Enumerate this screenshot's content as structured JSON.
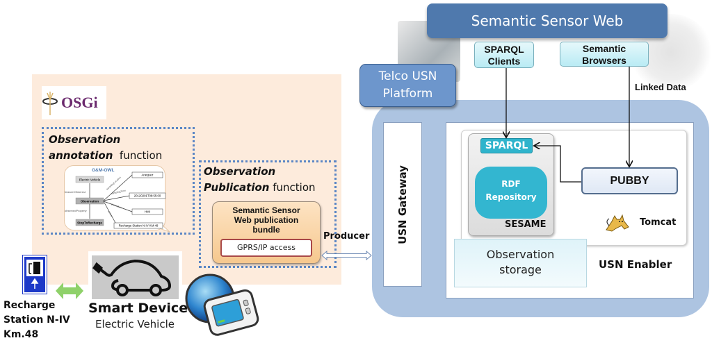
{
  "diagram": {
    "header": {
      "title": "Semantic Sensor Web"
    },
    "clients": [
      {
        "label_line1": "SPARQL",
        "label_line2": "Clients"
      },
      {
        "label_line1": "Semantic",
        "label_line2": "Browsers"
      }
    ],
    "linked_data_label": "Linked Data",
    "telco_platform": {
      "line1": "Telco USN",
      "line2": "Platform"
    },
    "usn_gateway_label": "USN Gateway",
    "usn_enabler_label": "USN Enabler",
    "sesame": {
      "sparql_label": "SPARQL",
      "rdf_line1": "RDF",
      "rdf_line2": "Repository",
      "label": "SESAME"
    },
    "pubby_label": "PUBBY",
    "tomcat_label": "Tomcat",
    "observation_storage": {
      "line1": "Observation",
      "line2": "storage"
    },
    "osgi": {
      "logo_text": "OSGi",
      "annotation": {
        "line1_italic": "Observation",
        "line2_italic": "annotation",
        "line2_plain": "function"
      },
      "publication": {
        "line1_italic": "Observation",
        "line2_italic": "Publication",
        "line2_plain": "function"
      },
      "bundle": {
        "line1": "Semantic Sensor",
        "line2": "Web publication",
        "line3": "bundle"
      },
      "gprs_label": "GPRS/IP access"
    },
    "ontology": {
      "title": "O&M-OWL",
      "nodes": {
        "observation": "Observation",
        "feature": "Electric Vehicle",
        "property": "StopToRecharge",
        "location": "Aranjuez",
        "time": "20120201T08:55:00",
        "procedure": "HMI",
        "station": "Recharge Station N-IV KM-48"
      },
      "edges": {
        "feature_of_interest": "featureOfInterest",
        "observed_property": "observedProperty",
        "sampling_location": "samplingLocation",
        "sampling_time": "samplingTime",
        "procedure": "procedure",
        "sensor": "sensor"
      }
    },
    "producer_label": "Producer",
    "recharge_station": {
      "line1": "Recharge",
      "line2": "Station N-IV",
      "line3": "Km.48"
    },
    "smart_device": {
      "title": "Smart Device",
      "subtitle": "Electric Vehicle"
    },
    "colors": {
      "header_blue": "#4f79ad",
      "platform_blue": "#adc4e1",
      "osgi_panel": "#fdebdc",
      "sparql_teal": "#2fb4cc",
      "dotted_border": "#5b86c5"
    }
  }
}
